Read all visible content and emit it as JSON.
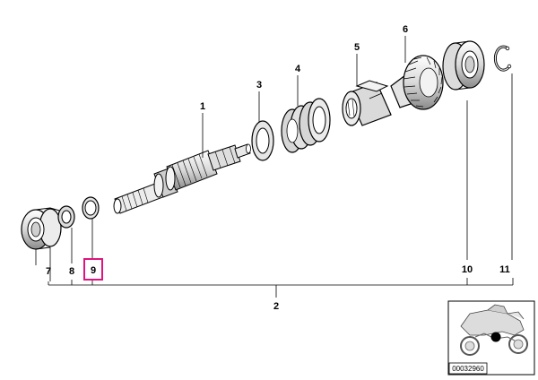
{
  "diagram": {
    "callouts": [
      {
        "id": "1",
        "label": "1"
      },
      {
        "id": "2",
        "label": "2"
      },
      {
        "id": "3",
        "label": "3"
      },
      {
        "id": "4",
        "label": "4"
      },
      {
        "id": "5",
        "label": "5"
      },
      {
        "id": "6",
        "label": "6"
      },
      {
        "id": "7",
        "label": "7"
      },
      {
        "id": "8",
        "label": "8"
      },
      {
        "id": "9",
        "label": "9",
        "highlighted": true
      },
      {
        "id": "10",
        "label": "10"
      },
      {
        "id": "11",
        "label": "11"
      }
    ],
    "highlight_color": "#e0147e",
    "thumbnail": {
      "image_code": "00032960",
      "depicts": "motorcycle-location-thumbnail"
    }
  }
}
